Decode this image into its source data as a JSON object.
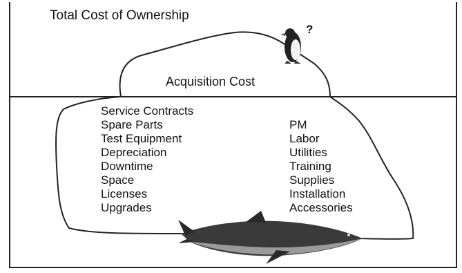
{
  "title": "Total Cost of Ownership",
  "question_mark": "?",
  "above_water_label": "Acquisition Cost",
  "hidden_costs_left": [
    "Service Contracts",
    "Spare Parts",
    "Test Equipment",
    "Depreciation",
    "Downtime",
    "Space",
    "Licenses",
    "Upgrades"
  ],
  "hidden_costs_right": [
    "PM",
    "Labor",
    "Utilities",
    "Training",
    "Supplies",
    "Installation",
    "Accessories"
  ],
  "icons": {
    "iceberg": "iceberg-icon",
    "penguin": "penguin-icon",
    "shark": "shark-icon"
  }
}
